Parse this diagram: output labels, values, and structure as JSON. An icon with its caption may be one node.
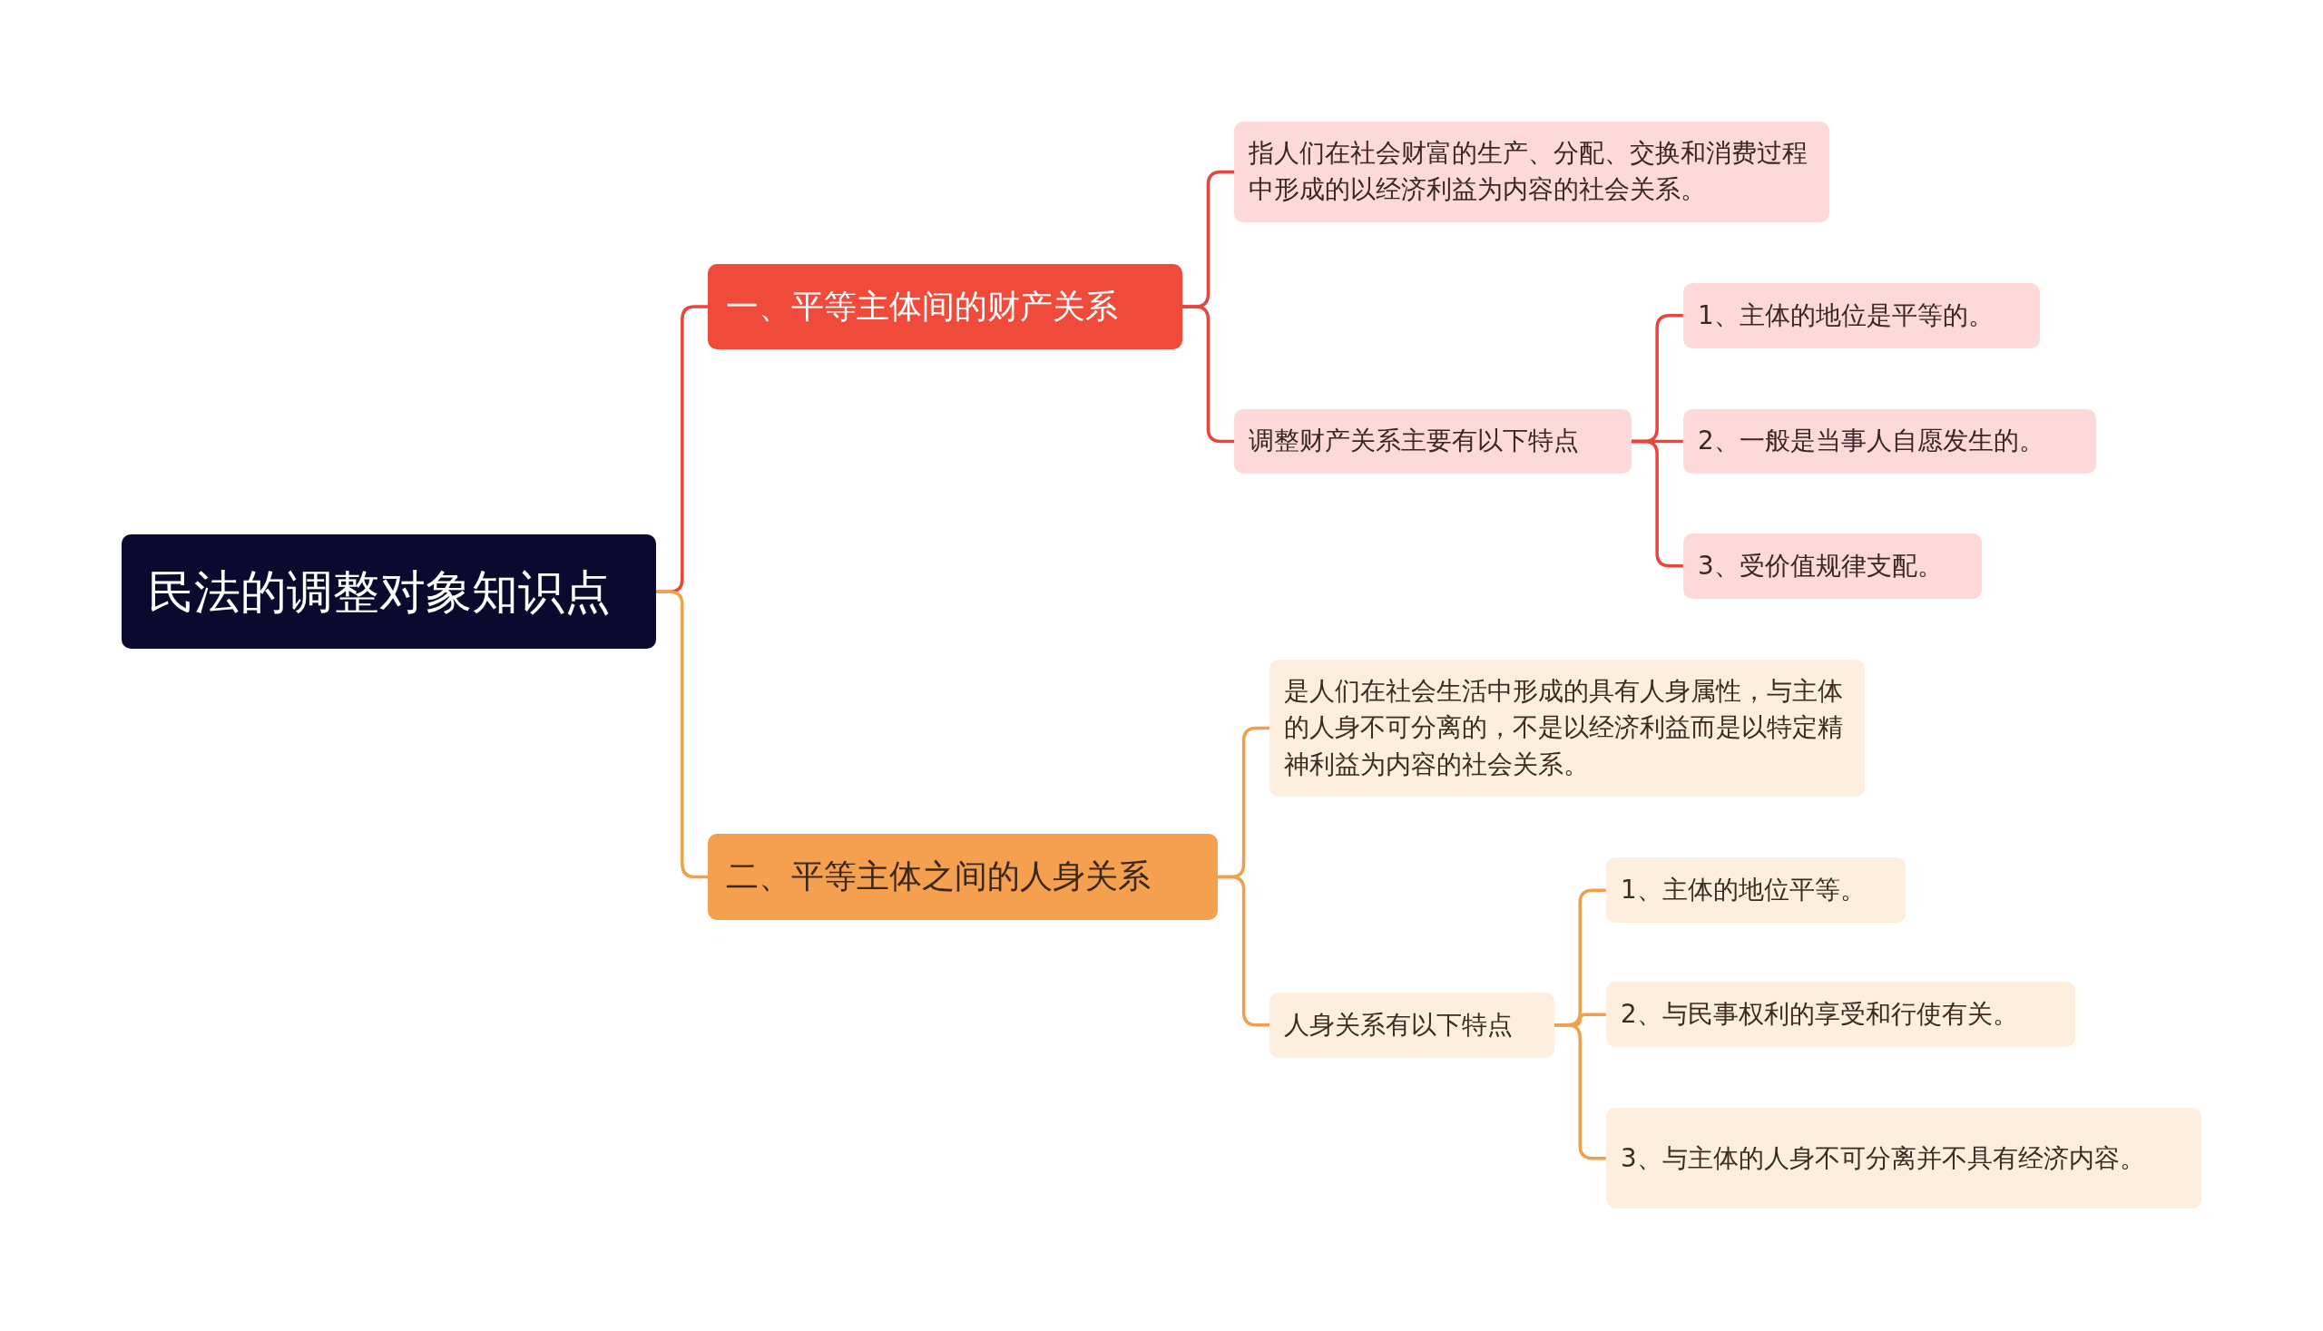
{
  "diagram": {
    "nodes": [
      {
        "text": [
          "民法的调整对象知识点"
        ]
      },
      {
        "text": [
          "一、平等主体间的财产关系"
        ]
      },
      {
        "text": [
          "指人们在社会财富的生产、分配、交换和消费过程中形成的以经济利益为内容的社会关系。"
        ]
      },
      {
        "text": [
          "调整财产关系主要有以下特点"
        ]
      },
      {
        "text": [
          "1、主体的地位是平等的。"
        ]
      },
      {
        "text": [
          "2、一般是当事人自愿发生的。"
        ]
      },
      {
        "text": [
          "3、受价值规律支配。"
        ]
      },
      {
        "text": [
          "二、平等主体之间的人身关系"
        ]
      },
      {
        "text": [
          "是人们在社会生活中形成的具有人身属性，与主体的人身不可分离的，不是以经济利益而是以特定精神利益为内容的社会关系。"
        ]
      },
      {
        "text": [
          "人身关系有以下特点"
        ]
      },
      {
        "text": [
          "1、主体的地位平等。"
        ]
      },
      {
        "text": [
          "2、与民事权利的享受和行使有关。"
        ]
      },
      {
        "text": [
          "3、与主体的人身不可分离并不具有经济内容。"
        ]
      }
    ],
    "edges": [
      {
        "from": 0,
        "to": 1,
        "arrow": "none",
        "color": "#e8453c"
      },
      {
        "from": 1,
        "to": 2,
        "arrow": "none",
        "color": "#e8453c"
      },
      {
        "from": 1,
        "to": 3,
        "arrow": "none",
        "color": "#e8453c"
      },
      {
        "from": 3,
        "to": 4,
        "arrow": "none",
        "color": "#e8453c"
      },
      {
        "from": 3,
        "to": 5,
        "arrow": "none",
        "color": "#e8453c"
      },
      {
        "from": 3,
        "to": 6,
        "arrow": "none",
        "color": "#e8453c"
      },
      {
        "from": 0,
        "to": 7,
        "arrow": "none",
        "color": "#f0a04b"
      },
      {
        "from": 7,
        "to": 8,
        "arrow": "none",
        "color": "#f0a04b"
      },
      {
        "from": 7,
        "to": 9,
        "arrow": "none",
        "color": "#f0a04b"
      },
      {
        "from": 9,
        "to": 10,
        "arrow": "none",
        "color": "#f0a04b"
      },
      {
        "from": 9,
        "to": 11,
        "arrow": "none",
        "color": "#f0a04b"
      },
      {
        "from": 9,
        "to": 12,
        "arrow": "none",
        "color": "#f0a04b"
      }
    ]
  }
}
